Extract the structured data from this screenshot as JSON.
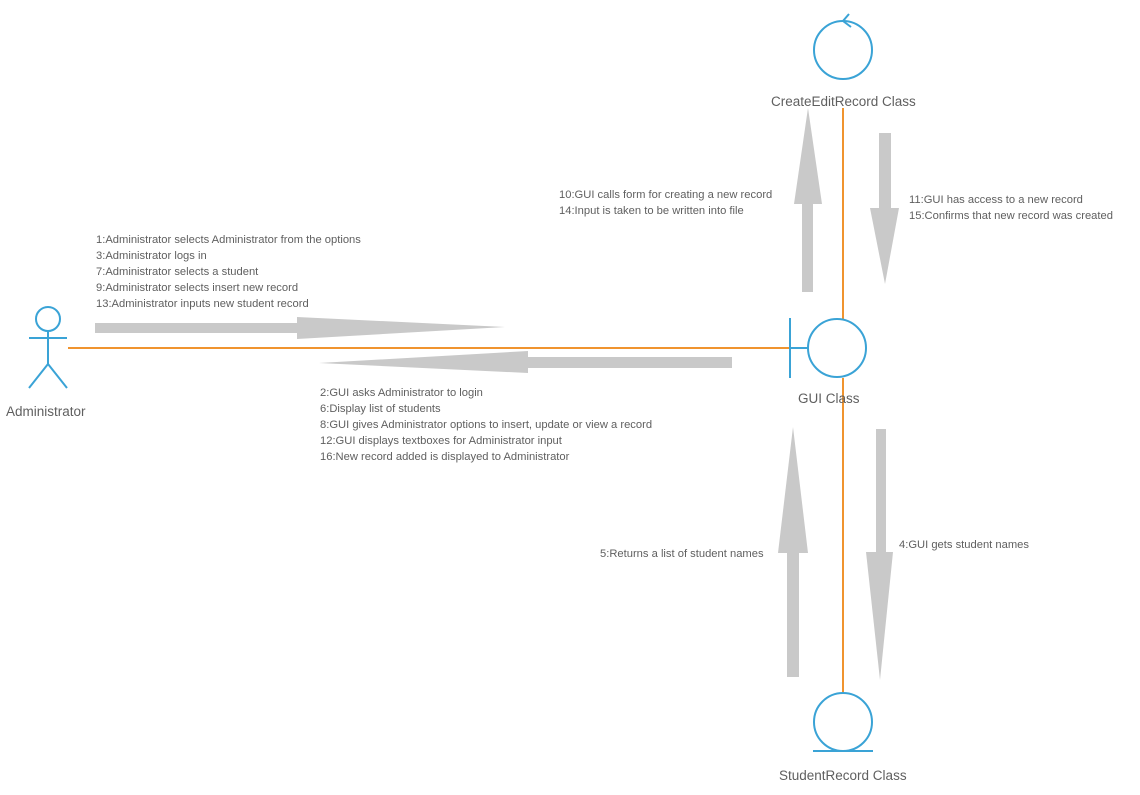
{
  "colors": {
    "line": "#f0942f",
    "shape": "#3aa3d6",
    "arrow": "#c9c9c9",
    "text": "#5f5f5f"
  },
  "actor": {
    "label": "Administrator"
  },
  "objects": {
    "create_edit": {
      "label": "CreateEditRecord Class",
      "icon": "control-icon"
    },
    "gui": {
      "label": "GUI Class",
      "icon": "boundary-icon"
    },
    "student_record": {
      "label": "StudentRecord Class",
      "icon": "entity-icon"
    }
  },
  "messages": {
    "admin_to_gui": [
      "1:Administrator selects Administrator from the options",
      "3:Administrator logs in",
      "7:Administrator selects a student",
      "9:Administrator selects insert new record",
      "13:Administrator inputs new student record"
    ],
    "gui_to_admin": [
      "2:GUI asks Administrator to login",
      "6:Display list of students",
      "8:GUI gives Administrator options to insert, update or view a record",
      "12:GUI displays textboxes for Administrator input",
      "16:New record added is displayed to Administrator"
    ],
    "gui_to_create": [
      "10:GUI calls form for creating a new record",
      "14:Input is taken to be written into file"
    ],
    "create_to_gui": [
      "11:GUI has access to a new record",
      "15:Confirms that new record was created"
    ],
    "gui_to_student": [
      "4:GUI gets student names"
    ],
    "student_to_gui": [
      "5:Returns a list of student names"
    ]
  }
}
